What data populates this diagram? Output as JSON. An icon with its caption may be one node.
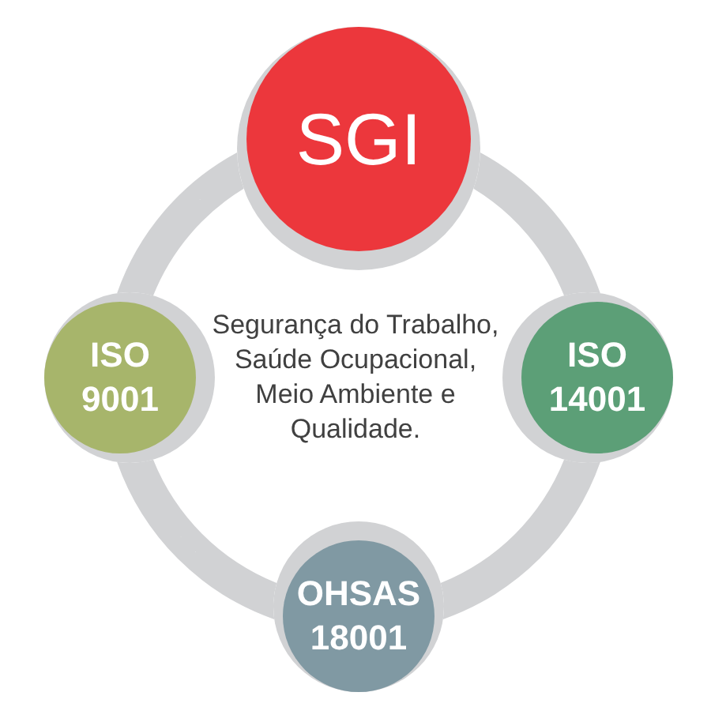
{
  "diagram": {
    "nodes": [
      {
        "text": [
          "SGI"
        ]
      },
      {
        "text": [
          "ISO 9001"
        ]
      },
      {
        "text": [
          "ISO 14001"
        ]
      },
      {
        "text": [
          "OHSAS 18001"
        ]
      }
    ],
    "edges": [
      {
        "from": 0,
        "to": 2,
        "arrow": "none"
      },
      {
        "from": 2,
        "to": 3,
        "arrow": "none"
      },
      {
        "from": 3,
        "to": 1,
        "arrow": "none"
      },
      {
        "from": 1,
        "to": 0,
        "arrow": "none"
      }
    ],
    "labels": [
      "Segurança do Trabalho, Saúde Ocupacional, Meio Ambiente e Qualidade."
    ]
  }
}
